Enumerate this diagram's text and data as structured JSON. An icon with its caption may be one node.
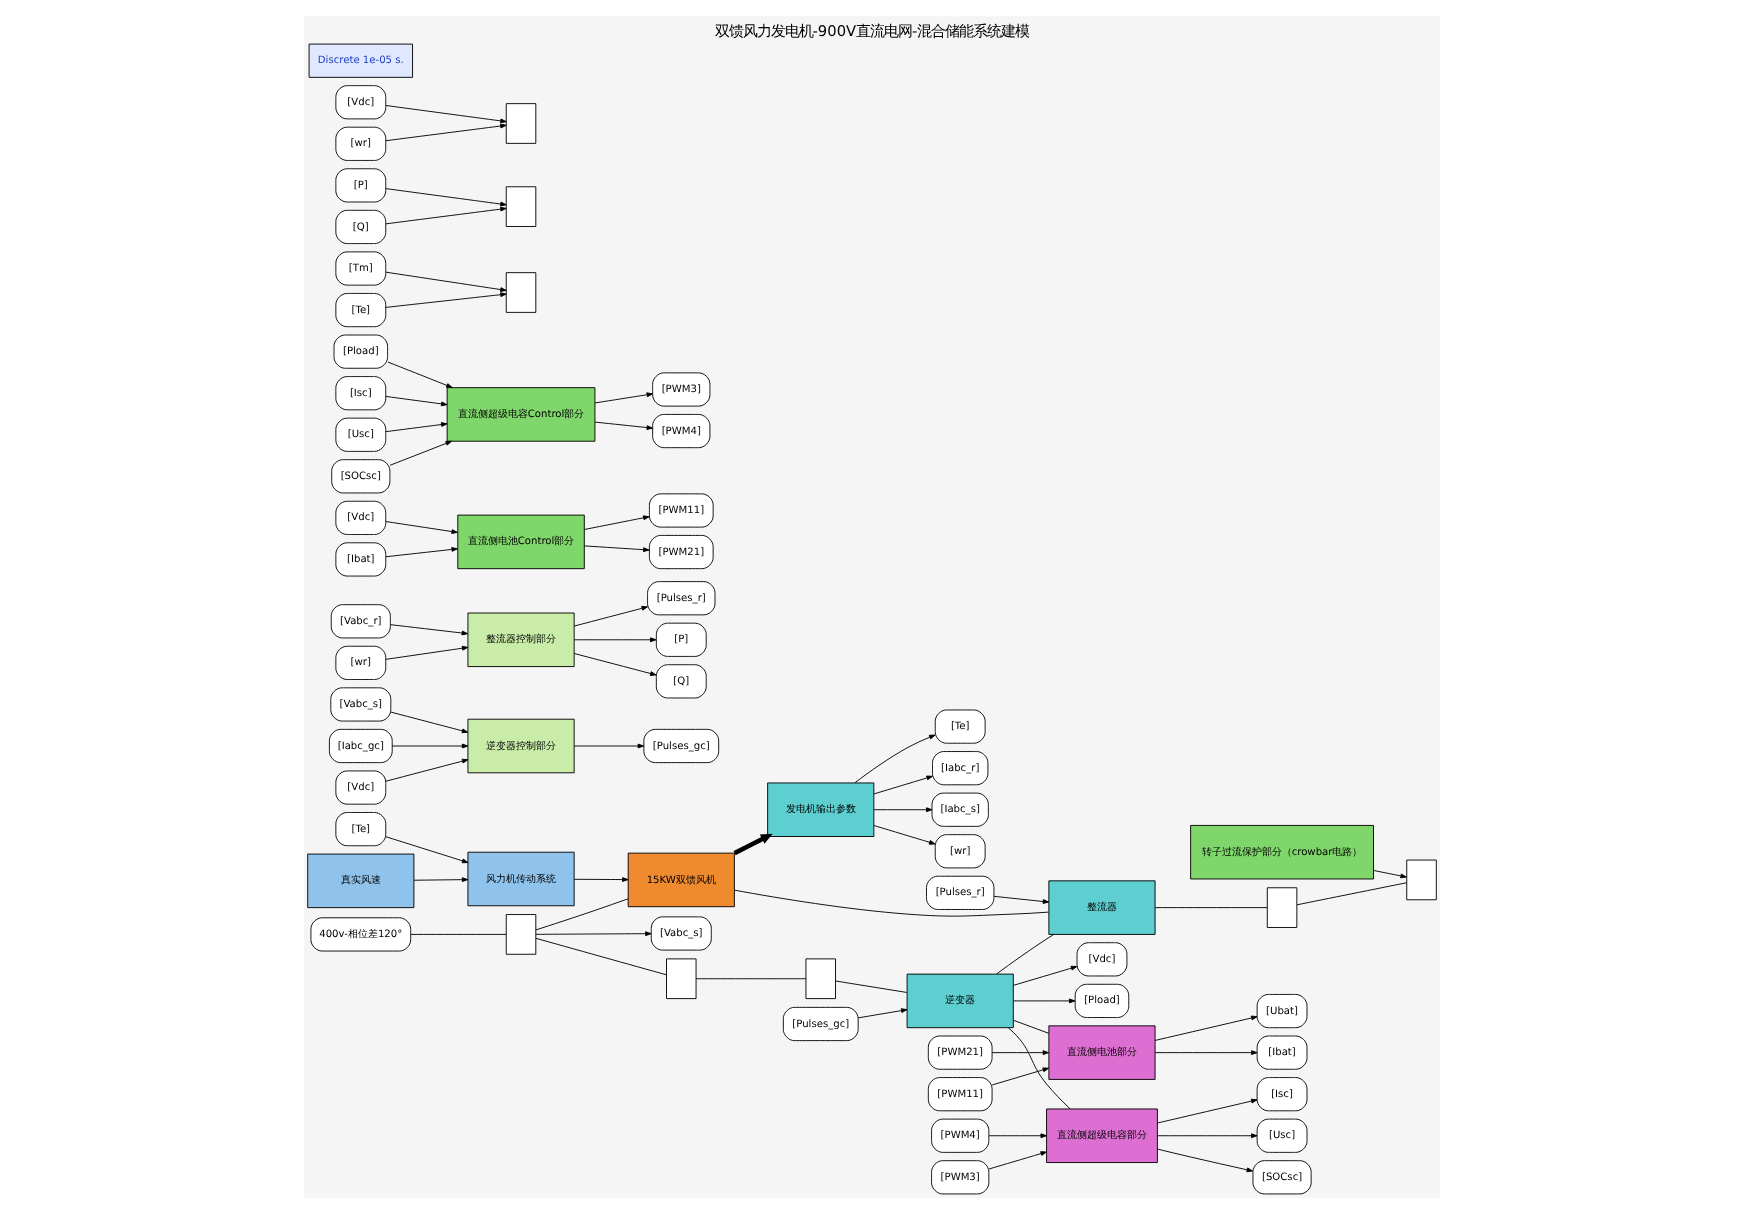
{
  "diagram": {
    "title": "双馈风力发电机-900V直流电网-混合储能系统建模",
    "nodes": [
      {
        "text": [
          "真实风速"
        ]
      },
      {
        "text": [
          "风力机传动系统"
        ]
      },
      {
        "text": [
          "[Te]"
        ]
      },
      {
        "text": [
          "15KW双馈风机"
        ]
      },
      {
        "text": [
          "发电机输出参数"
        ]
      },
      {
        "text": [
          "[Iabc_r]"
        ]
      },
      {
        "text": [
          "[Iabc_s]"
        ]
      },
      {
        "text": [
          "[wr]"
        ]
      },
      {
        "text": [
          "[Te]"
        ]
      },
      {
        "text": [
          "400v-相位差120°"
        ]
      },
      {
        "text": [],
        "shape": "box"
      },
      {
        "text": [
          "[Vabc_s]"
        ]
      },
      {
        "text": [],
        "shape": "box"
      },
      {
        "text": [],
        "shape": "box"
      },
      {
        "text": [
          "逆变器"
        ]
      },
      {
        "text": [
          "[Pulses_gc]"
        ]
      },
      {
        "text": [
          "整流器"
        ]
      },
      {
        "text": [
          "[Pulses_r]"
        ]
      },
      {
        "text": [],
        "shape": "box"
      },
      {
        "text": [
          "转子过流保护部分（crowbar电路）"
        ]
      },
      {
        "text": [],
        "shape": "box"
      },
      {
        "text": [
          "逆变器控制部分"
        ]
      },
      {
        "text": [
          "[Vabc_s]"
        ]
      },
      {
        "text": [
          "[Iabc_gc]"
        ]
      },
      {
        "text": [
          "[Vdc]"
        ]
      },
      {
        "text": [
          "[Pulses_gc]"
        ]
      },
      {
        "text": [
          "直流侧电池部分"
        ]
      },
      {
        "text": [
          "[PWM11]"
        ]
      },
      {
        "text": [
          "[PWM21]"
        ]
      },
      {
        "text": [
          "[Ibat]"
        ]
      },
      {
        "text": [
          "[Ubat]"
        ]
      },
      {
        "text": [
          "直流侧超级电容部分"
        ]
      },
      {
        "text": [
          "[PWM3]"
        ]
      },
      {
        "text": [
          "[PWM4]"
        ]
      },
      {
        "text": [
          "[Isc]"
        ]
      },
      {
        "text": [
          "[Usc]"
        ]
      },
      {
        "text": [
          "[SOCsc]"
        ]
      },
      {
        "text": [
          "整流器控制部分"
        ]
      },
      {
        "text": [
          "[Vabc_r]"
        ]
      },
      {
        "text": [
          "[Pulses_r]"
        ]
      },
      {
        "text": [
          "[P]"
        ]
      },
      {
        "text": [
          "[Q]"
        ]
      },
      {
        "text": [
          "[wr]"
        ]
      },
      {
        "text": [
          "直流侧电池Control部分"
        ]
      },
      {
        "text": [
          "[Vdc]"
        ]
      },
      {
        "text": [
          "[Ibat]"
        ]
      },
      {
        "text": [
          "[PWM11]"
        ]
      },
      {
        "text": [
          "[PWM21]"
        ]
      },
      {
        "text": [
          "直流侧超级电容Control部分"
        ]
      },
      {
        "text": [
          "[Pload]"
        ]
      },
      {
        "text": [
          "[Isc]"
        ]
      },
      {
        "text": [
          "[Usc]"
        ]
      },
      {
        "text": [
          "[SOCsc]"
        ]
      },
      {
        "text": [
          "[PWM3]"
        ]
      },
      {
        "text": [
          "[PWM4]"
        ]
      },
      {
        "text": [
          "[Tm]"
        ]
      },
      {
        "text": [
          "[Te]"
        ]
      },
      {
        "text": [
          "[P]"
        ]
      },
      {
        "text": [
          "[Q]"
        ]
      },
      {
        "text": [
          "[Vdc]"
        ]
      },
      {
        "text": [
          "[wr]"
        ]
      },
      {
        "text": [],
        "shape": "box"
      },
      {
        "text": [],
        "shape": "box"
      },
      {
        "text": [],
        "shape": "box"
      },
      {
        "text": [
          "[Pload]"
        ]
      },
      {
        "text": [
          "[Vdc]"
        ]
      }
    ],
    "edges": [
      {
        "from": 0,
        "to": 1,
        "arrow": "to"
      },
      {
        "from": 2,
        "to": 1,
        "arrow": "to"
      },
      {
        "from": 1,
        "to": 3,
        "arrow": "to"
      },
      {
        "from": 3,
        "to": 4,
        "arrow": "to",
        "style": "thick"
      },
      {
        "from": 4,
        "to": 5,
        "arrow": "to"
      },
      {
        "from": 4,
        "to": 6,
        "arrow": "to"
      },
      {
        "from": 4,
        "to": 7,
        "arrow": "to"
      },
      {
        "from": 4,
        "to": 8,
        "arrow": "to"
      },
      {
        "from": 9,
        "to": 10,
        "arrow": "none"
      },
      {
        "from": 10,
        "to": 11,
        "arrow": "to"
      },
      {
        "from": 10,
        "to": 3,
        "arrow": "none"
      },
      {
        "from": 10,
        "to": 12,
        "arrow": "none"
      },
      {
        "from": 12,
        "to": 13,
        "arrow": "none"
      },
      {
        "from": 13,
        "to": 14,
        "arrow": "none"
      },
      {
        "from": 15,
        "to": 14,
        "arrow": "to"
      },
      {
        "from": 14,
        "to": 64,
        "arrow": "to"
      },
      {
        "from": 14,
        "to": 65,
        "arrow": "to"
      },
      {
        "from": 14,
        "to": 16,
        "arrow": "none"
      },
      {
        "from": 17,
        "to": 16,
        "arrow": "to"
      },
      {
        "from": 3,
        "to": 16,
        "arrow": "none"
      },
      {
        "from": 16,
        "to": 18,
        "arrow": "none"
      },
      {
        "from": 18,
        "to": 20,
        "arrow": "none"
      },
      {
        "from": 19,
        "to": 20,
        "arrow": "to"
      },
      {
        "from": 22,
        "to": 21,
        "arrow": "to"
      },
      {
        "from": 23,
        "to": 21,
        "arrow": "to"
      },
      {
        "from": 24,
        "to": 21,
        "arrow": "to"
      },
      {
        "from": 21,
        "to": 25,
        "arrow": "to"
      },
      {
        "from": 14,
        "to": 26,
        "arrow": "none"
      },
      {
        "from": 27,
        "to": 26,
        "arrow": "to"
      },
      {
        "from": 28,
        "to": 26,
        "arrow": "to"
      },
      {
        "from": 26,
        "to": 29,
        "arrow": "to"
      },
      {
        "from": 26,
        "to": 30,
        "arrow": "to"
      },
      {
        "from": 14,
        "to": 31,
        "arrow": "none"
      },
      {
        "from": 32,
        "to": 31,
        "arrow": "to"
      },
      {
        "from": 33,
        "to": 31,
        "arrow": "to"
      },
      {
        "from": 31,
        "to": 34,
        "arrow": "to"
      },
      {
        "from": 31,
        "to": 35,
        "arrow": "to"
      },
      {
        "from": 31,
        "to": 36,
        "arrow": "to"
      },
      {
        "from": 38,
        "to": 37,
        "arrow": "to"
      },
      {
        "from": 42,
        "to": 37,
        "arrow": "to"
      },
      {
        "from": 37,
        "to": 39,
        "arrow": "to"
      },
      {
        "from": 37,
        "to": 40,
        "arrow": "to"
      },
      {
        "from": 37,
        "to": 41,
        "arrow": "to"
      },
      {
        "from": 44,
        "to": 43,
        "arrow": "to"
      },
      {
        "from": 45,
        "to": 43,
        "arrow": "to"
      },
      {
        "from": 43,
        "to": 46,
        "arrow": "to"
      },
      {
        "from": 43,
        "to": 47,
        "arrow": "to"
      },
      {
        "from": 49,
        "to": 48,
        "arrow": "to"
      },
      {
        "from": 50,
        "to": 48,
        "arrow": "to"
      },
      {
        "from": 51,
        "to": 48,
        "arrow": "to"
      },
      {
        "from": 52,
        "to": 48,
        "arrow": "to"
      },
      {
        "from": 48,
        "to": 53,
        "arrow": "to"
      },
      {
        "from": 48,
        "to": 54,
        "arrow": "to"
      },
      {
        "from": 55,
        "to": 61,
        "arrow": "to"
      },
      {
        "from": 56,
        "to": 61,
        "arrow": "to"
      },
      {
        "from": 57,
        "to": 62,
        "arrow": "to"
      },
      {
        "from": 58,
        "to": 62,
        "arrow": "to"
      },
      {
        "from": 59,
        "to": 63,
        "arrow": "to"
      },
      {
        "from": 60,
        "to": 63,
        "arrow": "to"
      }
    ],
    "labels": [
      "Discrete 1e-05 s."
    ]
  }
}
